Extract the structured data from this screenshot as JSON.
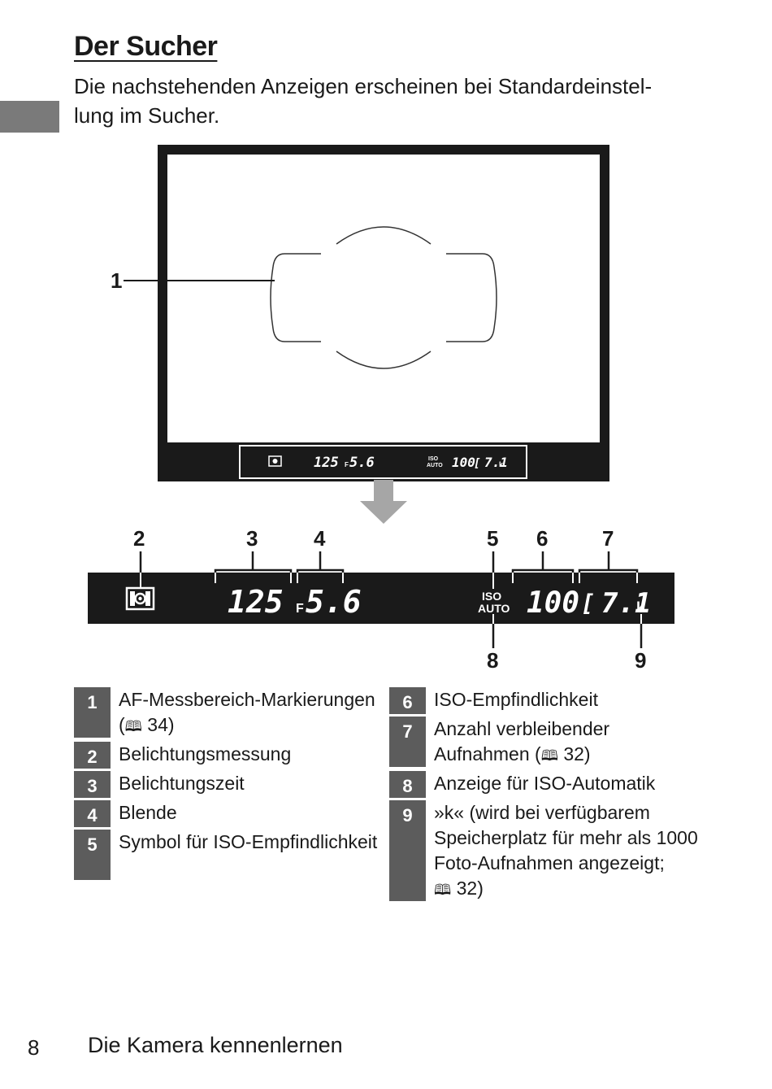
{
  "title": "Der Sucher",
  "intro": "Die nachstehenden Anzeigen erscheinen bei Standardeinstel-lung im Sucher.",
  "viewfinder_strip": {
    "shutter": "125",
    "aperture_prefix": "F",
    "aperture": "5.6",
    "iso_label_top": "ISO",
    "iso_label_bottom": "AUTO",
    "iso_value": "100",
    "bracket": "[",
    "remaining": "7.1",
    "k": "k"
  },
  "callouts": [
    "1",
    "2",
    "3",
    "4",
    "5",
    "6",
    "7",
    "8",
    "9"
  ],
  "legend_left": [
    {
      "num": "1",
      "text": "AF-Messbereich-Markierungen (",
      "ref": "34)"
    },
    {
      "num": "2",
      "text": "Belichtungsmessung",
      "ref": ""
    },
    {
      "num": "3",
      "text": "Belichtungszeit",
      "ref": ""
    },
    {
      "num": "4",
      "text": "Blende",
      "ref": ""
    },
    {
      "num": "5",
      "text": "Symbol für ISO-Empfindlichkeit",
      "ref": ""
    }
  ],
  "legend_right": [
    {
      "num": "6",
      "text": "ISO-Empfindlichkeit",
      "ref": ""
    },
    {
      "num": "7",
      "text": "Anzahl verbleibender Aufnahmen (",
      "ref": "32)"
    },
    {
      "num": "8",
      "text": "Anzeige für ISO-Automatik",
      "ref": ""
    },
    {
      "num": "9",
      "text": "»k« (wird bei verfügbarem Speicherplatz für mehr als 1000 Foto-Aufnahmen angezeigt; ",
      "ref": "32)"
    }
  ],
  "footer": {
    "page": "8",
    "section": "Die Kamera kennenlernen"
  },
  "icons": {
    "book": "book-icon",
    "metering": "matrix-metering-icon",
    "arrow": "down-arrow-icon"
  },
  "colors": {
    "badge": "#5c5c5c",
    "side_tab": "#7a7a7a",
    "lcd_bg": "#1a1a1a"
  }
}
